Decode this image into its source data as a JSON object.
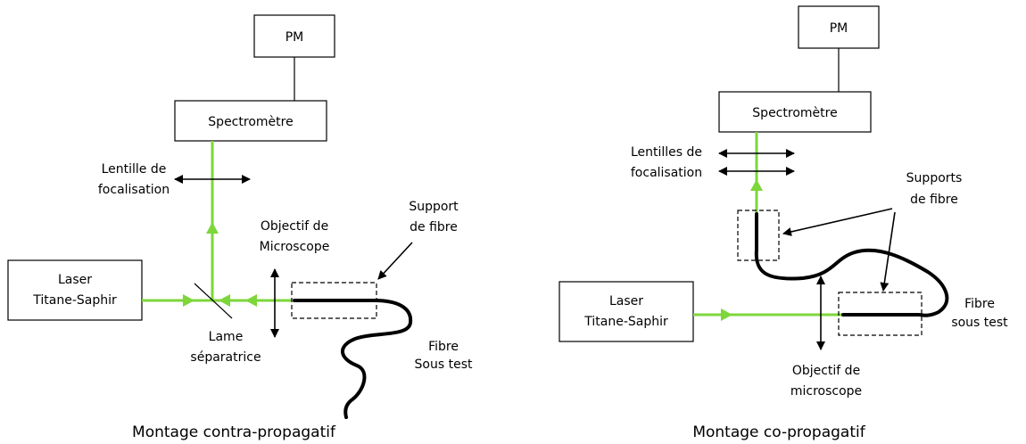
{
  "left": {
    "pm_label": "PM",
    "spectrometer_label": "Spectromètre",
    "lens_label": [
      "Lentille de",
      "focalisation"
    ],
    "objective_label": [
      "Objectif de",
      "Microscope"
    ],
    "support_label": [
      "Support",
      "de fibre"
    ],
    "laser_label": [
      "Laser",
      "Titane-Saphir"
    ],
    "splitter_label": [
      "Lame",
      "séparatrice"
    ],
    "fiber_label": [
      "Fibre",
      "Sous test"
    ],
    "caption": "Montage contra-propagatif"
  },
  "right": {
    "pm_label": "PM",
    "spectrometer_label": "Spectromètre",
    "lens_label": [
      "Lentilles de",
      "focalisation"
    ],
    "supports_label": [
      "Supports",
      "de fibre"
    ],
    "laser_label": [
      "Laser",
      "Titane-Saphir"
    ],
    "fiber_label": [
      "Fibre",
      "sous test"
    ],
    "objective_label": [
      "Objectif de",
      "microscope"
    ],
    "caption": "Montage co-propagatif"
  },
  "colors": {
    "beam": "#7dd63a",
    "ink": "#000000"
  }
}
